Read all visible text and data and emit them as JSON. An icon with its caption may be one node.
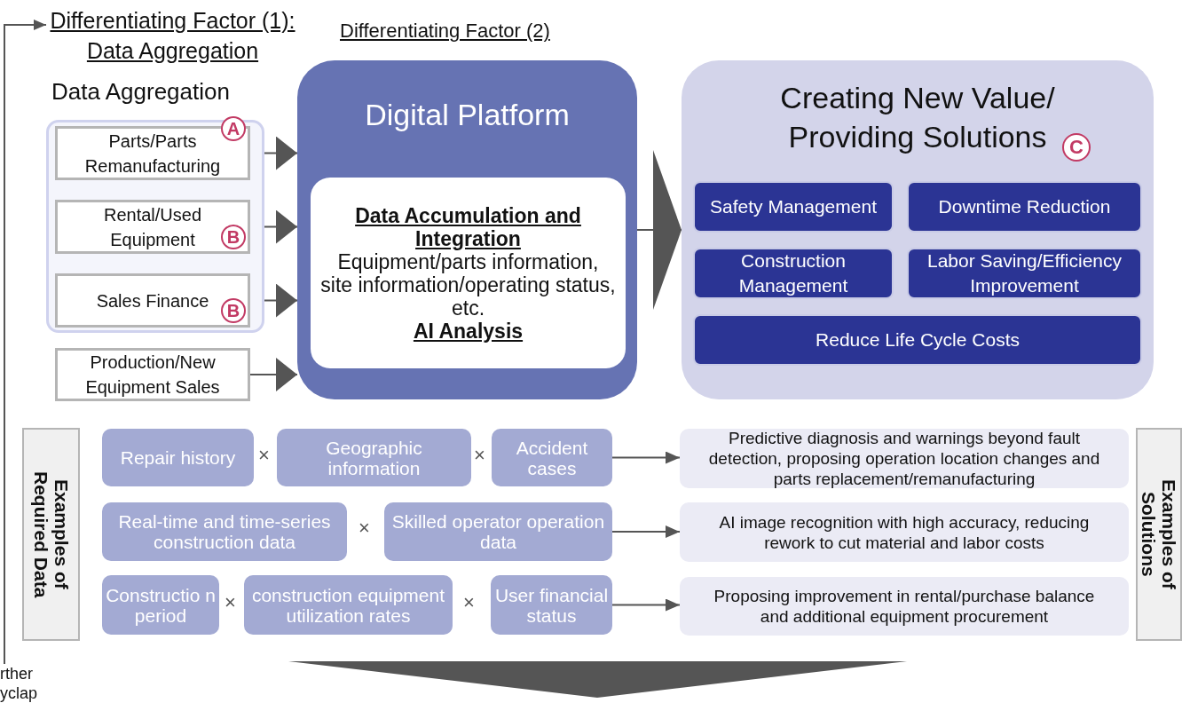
{
  "diagram": {
    "nodes": [
      {
        "text": [
          "Differentiating Factor (1): Data Aggregation"
        ]
      },
      {
        "text": [
          "rther yclap"
        ]
      },
      {
        "text": [
          "Data Aggregation"
        ]
      },
      {
        "text": [
          "Parts/Parts Remanufacturing",
          "A"
        ],
        "in": 2
      },
      {
        "text": [
          "Rental/Used Equipment",
          "B"
        ],
        "in": 2
      },
      {
        "text": [
          "Sales Finance",
          "B"
        ],
        "in": 2
      },
      {
        "text": [
          "Production/New Equipment Sales"
        ]
      },
      {
        "text": [
          "Digital Platform"
        ]
      },
      {
        "text": [
          "Data Accumulation and Integration",
          "Equipment/parts information, site information/operating status, etc.",
          "AI Analysis"
        ],
        "in": 7
      },
      {
        "text": [
          "Creating New Value/ Providing Solutions"
        ],
        "beside": [
          "C"
        ]
      },
      {
        "text": [
          "Safety Management"
        ],
        "in": 9
      },
      {
        "text": [
          "Downtime Reduction"
        ],
        "in": 9
      },
      {
        "text": [
          "Construction Management"
        ],
        "in": 9
      },
      {
        "text": [
          "Labor Saving/Efficiency Improvement"
        ],
        "in": 9
      },
      {
        "text": [
          "Reduce Life Cycle Costs"
        ],
        "in": 9
      },
      {
        "text": [
          "Examples of Required Data"
        ]
      },
      {
        "text": [
          "Repair history"
        ]
      },
      {
        "text": [
          "Geographic information"
        ]
      },
      {
        "text": [
          "Accident cases"
        ]
      },
      {
        "text": [
          "Real-time and time-series construction data"
        ]
      },
      {
        "text": [
          "Skilled operator operation data"
        ]
      },
      {
        "text": [
          "Constructio n period"
        ]
      },
      {
        "text": [
          "construction equipment utilization rates"
        ]
      },
      {
        "text": [
          "User financial status"
        ]
      },
      {
        "text": [
          "Predictive diagnosis and warnings beyond fault detection, proposing operation location changes and parts replacement/remanufacturing"
        ]
      },
      {
        "text": [
          "AI image recognition with high accuracy, reducing rework to cut material and labor costs"
        ]
      },
      {
        "text": [
          "Proposing improvement in rental/purchase balance and additional equipment procurement"
        ]
      },
      {
        "text": [
          "Examples of Solutions"
        ]
      }
    ],
    "edges": [
      {
        "from": 1,
        "to": 0,
        "arrow": "to"
      },
      {
        "from": 3,
        "to": 7,
        "arrow": "to"
      },
      {
        "from": 4,
        "to": 7,
        "arrow": "to"
      },
      {
        "from": 5,
        "to": 7,
        "arrow": "to"
      },
      {
        "from": 6,
        "to": 7,
        "arrow": "to"
      },
      {
        "from": 7,
        "to": 9,
        "arrow": "to"
      },
      {
        "from": 18,
        "to": 24,
        "arrow": "to"
      },
      {
        "from": 20,
        "to": 25,
        "arrow": "to"
      },
      {
        "from": 23,
        "to": 26,
        "arrow": "to"
      }
    ],
    "labels": [
      "Differentiating Factor (2)",
      "×",
      "×",
      "×",
      "×",
      "×"
    ]
  }
}
